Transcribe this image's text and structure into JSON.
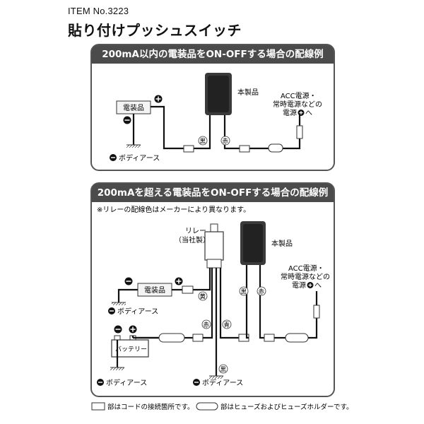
{
  "header": {
    "item_no": "ITEM No.3223",
    "title": "貼り付けプッシュスイッチ"
  },
  "panel1": {
    "title": "200mA以内の電装品をON-OFFする場合の配線例",
    "product": "本製品",
    "device": "電装品",
    "acc_line1": "ACC電源・",
    "acc_line2": "常時電源などの",
    "acc_line3": "電源",
    "acc_line3b": "へ",
    "black": "黒",
    "red": "赤",
    "ground": "ボディアース"
  },
  "panel2": {
    "title": "200mAを超える電装品をON-OFFする場合の配線例",
    "note": "※リレーの配線色はメーカーにより異なります。",
    "relay_line1": "リレー",
    "relay_line2": "（当社製）",
    "product": "本製品",
    "device": "電装品",
    "battery": "バッテリー",
    "acc_line1": "ACC電源・",
    "acc_line2": "常時電源などの",
    "acc_line3": "電源",
    "acc_line3b": "へ",
    "yellow": "黄",
    "red": "赤",
    "blue": "青",
    "black": "黒",
    "ground_device": "ボディアース",
    "ground_battery": "ボディアース",
    "ground_relay": "ボディアース"
  },
  "legend": {
    "connector_text": "部はコードの接続箇所です。",
    "fuse_text": "部はヒューズおよびヒューズホルダーです。"
  }
}
